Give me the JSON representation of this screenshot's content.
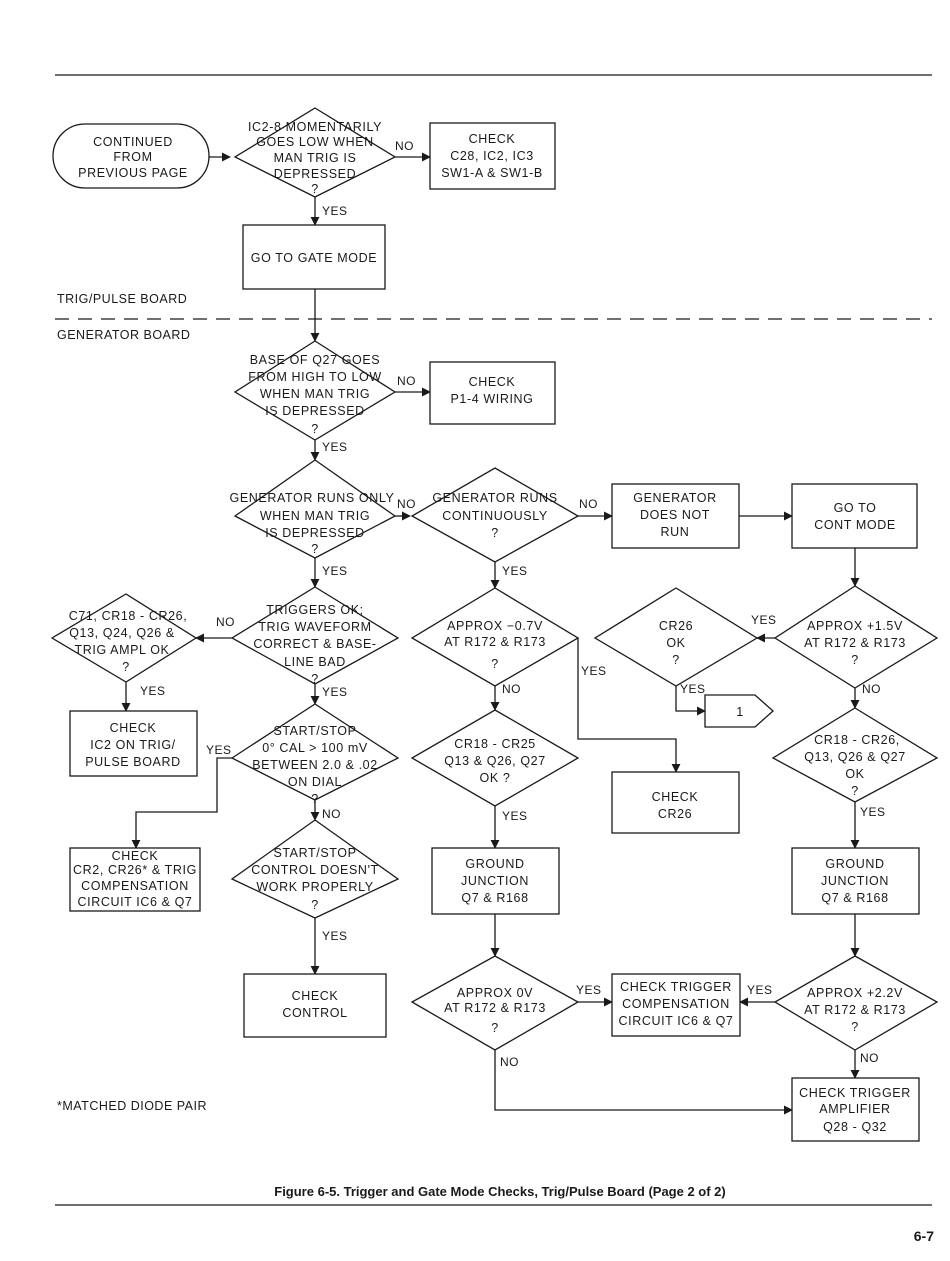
{
  "regions": {
    "top": "TRIG/PULSE BOARD",
    "bottom": "GENERATOR BOARD"
  },
  "footnote": "*MATCHED DIODE PAIR",
  "caption": "Figure 6-5. Trigger and Gate Mode Checks, Trig/Pulse Board (Page 2 of 2)",
  "page_number": "6-7",
  "connector": "1",
  "labels": {
    "yes": "YES",
    "no": "NO"
  },
  "nodes": {
    "start": [
      "CONTINUED",
      "FROM",
      "PREVIOUS PAGE"
    ],
    "d_ic2_8": [
      "IC2-8  MOMENTARILY",
      "GOES LOW WHEN",
      "MAN TRIG IS",
      "DEPRESSED",
      "?"
    ],
    "b_check_c28": [
      "CHECK",
      "C28, IC2, IC3",
      "SW1-A & SW1-B"
    ],
    "b_gate_mode": [
      "GO TO GATE MODE"
    ],
    "d_base_q27": [
      "BASE OF Q27 GOES",
      "FROM HIGH TO LOW",
      "WHEN MAN TRIG",
      "IS DEPRESSED",
      "?"
    ],
    "b_check_p1_4": [
      "CHECK",
      "P1-4 WIRING"
    ],
    "d_gen_runs_only": [
      "GENERATOR RUNS ONLY",
      "WHEN MAN TRIG",
      "IS DEPRESSED",
      "?"
    ],
    "d_gen_runs_cont": [
      "GENERATOR  RUNS",
      "CONTINUOUSLY",
      "?"
    ],
    "b_gen_not_run": [
      "GENERATOR",
      "DOES NOT",
      "RUN"
    ],
    "b_cont_mode": [
      "GO TO",
      "CONT MODE"
    ],
    "d_c71": [
      "C71, CR18 - CR26,",
      "Q13, Q24, Q26 &",
      "TRIG AMPL OK",
      "?"
    ],
    "d_triggers_ok": [
      "TRIGGERS OK;",
      "TRIG WAVEFORM",
      "CORRECT & BASE-",
      "LINE BAD",
      "?"
    ],
    "d_approx_07": [
      "APPROX −0.7V",
      "AT R172 & R173",
      "?"
    ],
    "d_cr26_ok": [
      "CR26",
      "OK",
      "?"
    ],
    "d_approx_15": [
      "APPROX +1.5V",
      "AT R172 & R173",
      "?"
    ],
    "b_check_ic2": [
      "CHECK",
      "IC2 ON TRIG/",
      "PULSE BOARD"
    ],
    "d_start_stop_cal": [
      "START/STOP",
      "0° CAL > 100 mV",
      "BETWEEN 2.0 & .02",
      "ON DIAL",
      "?"
    ],
    "d_cr18_cr25": [
      "CR18 - CR25",
      "Q13 & Q26, Q27",
      "OK ?"
    ],
    "b_check_cr26": [
      "CHECK",
      "CR26"
    ],
    "d_cr18_cr26": [
      "CR18 - CR26,",
      "Q13, Q26 & Q27",
      "OK",
      "?"
    ],
    "b_check_cr2": [
      "CHECK",
      "CR2, CR26* & TRIG",
      "COMPENSATION",
      "CIRCUIT IC6 & Q7"
    ],
    "d_control_doesnt": [
      "START/STOP",
      "CONTROL DOESN'T",
      "WORK PROPERLY",
      "?"
    ],
    "b_ground_left": [
      "GROUND",
      "JUNCTION",
      "Q7 & R168"
    ],
    "b_ground_right": [
      "GROUND",
      "JUNCTION",
      "Q7 & R168"
    ],
    "b_check_control": [
      "CHECK",
      "CONTROL"
    ],
    "d_approx_0v": [
      "APPROX 0V",
      "AT R172 & R173",
      "?"
    ],
    "b_check_trig_comp": [
      "CHECK TRIGGER",
      "COMPENSATION",
      "CIRCUIT IC6 & Q7"
    ],
    "d_approx_22": [
      "APPROX +2.2V",
      "AT R172 & R173",
      "?"
    ],
    "b_check_trig_amp": [
      "CHECK TRIGGER",
      "AMPLIFIER",
      "Q28 - Q32"
    ]
  }
}
